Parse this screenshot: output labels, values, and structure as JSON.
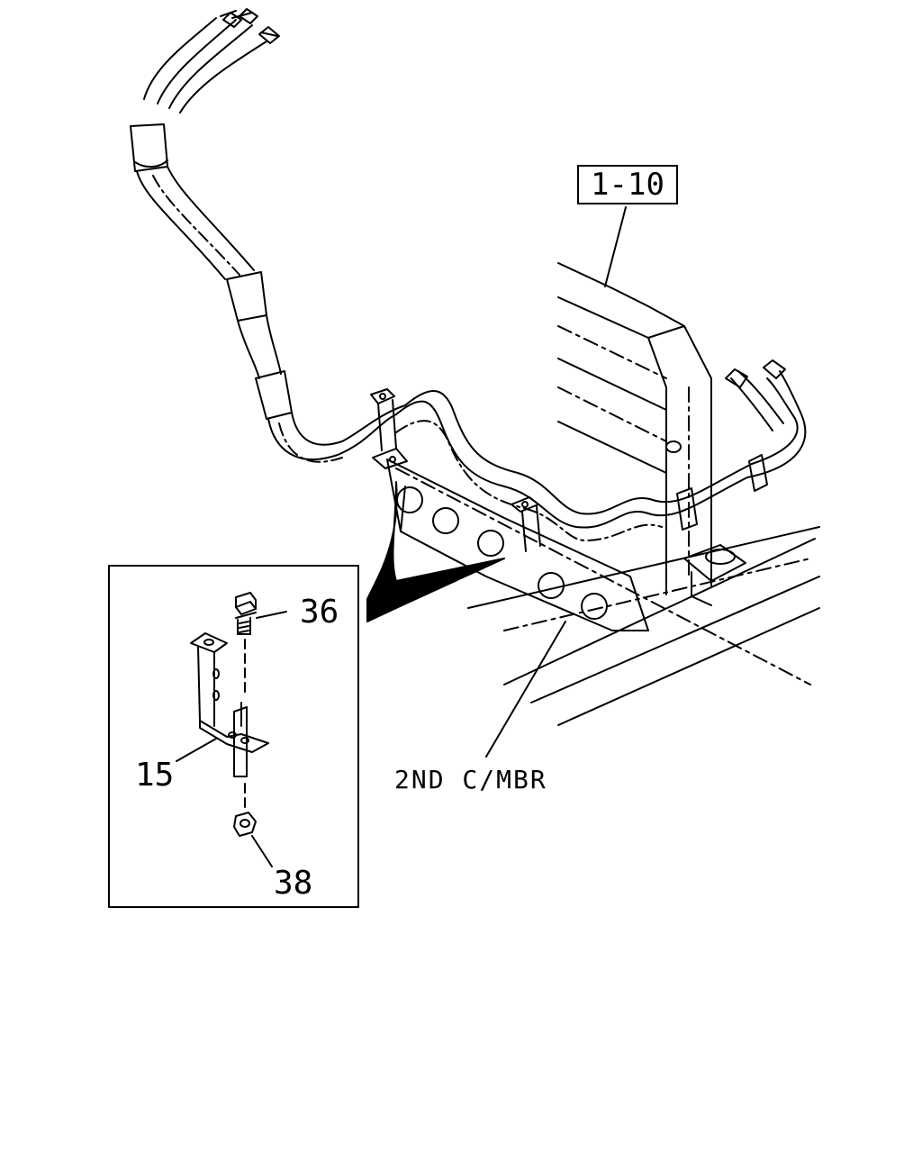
{
  "callouts": {
    "ref_section": "1-10",
    "part_36": "36",
    "part_15": "15",
    "part_38": "38",
    "crossmember": "2ND C/MBR"
  },
  "colors": {
    "line": "#000000",
    "background": "#ffffff"
  }
}
